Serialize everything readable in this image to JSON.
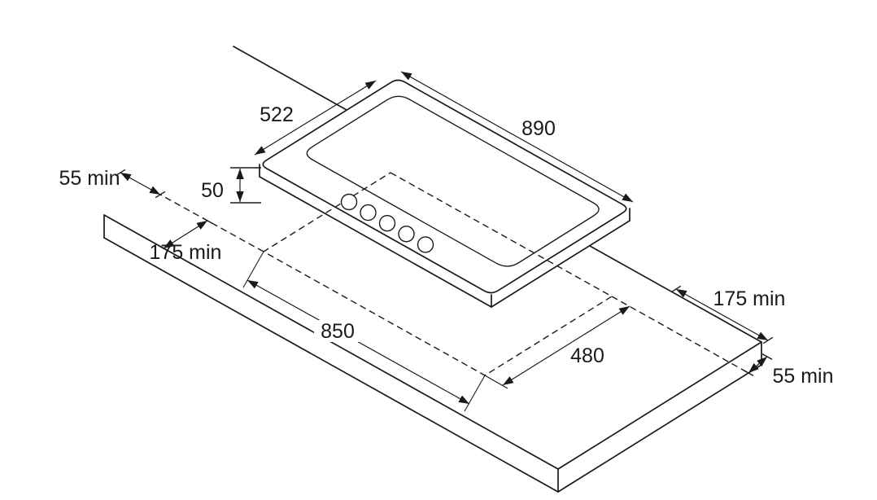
{
  "figure": {
    "labels": {
      "hob_depth": "522",
      "hob_width": "890",
      "hob_height": "50",
      "cutout_length": "850",
      "cutout_depth": "480",
      "clearance_back": "55 min",
      "clearance_side_left": "175 min",
      "clearance_side_right": "175 min",
      "clearance_front": "55 min"
    },
    "colors": {
      "line": "#1a1a1a",
      "background": "#ffffff"
    },
    "knob_count": 5
  }
}
